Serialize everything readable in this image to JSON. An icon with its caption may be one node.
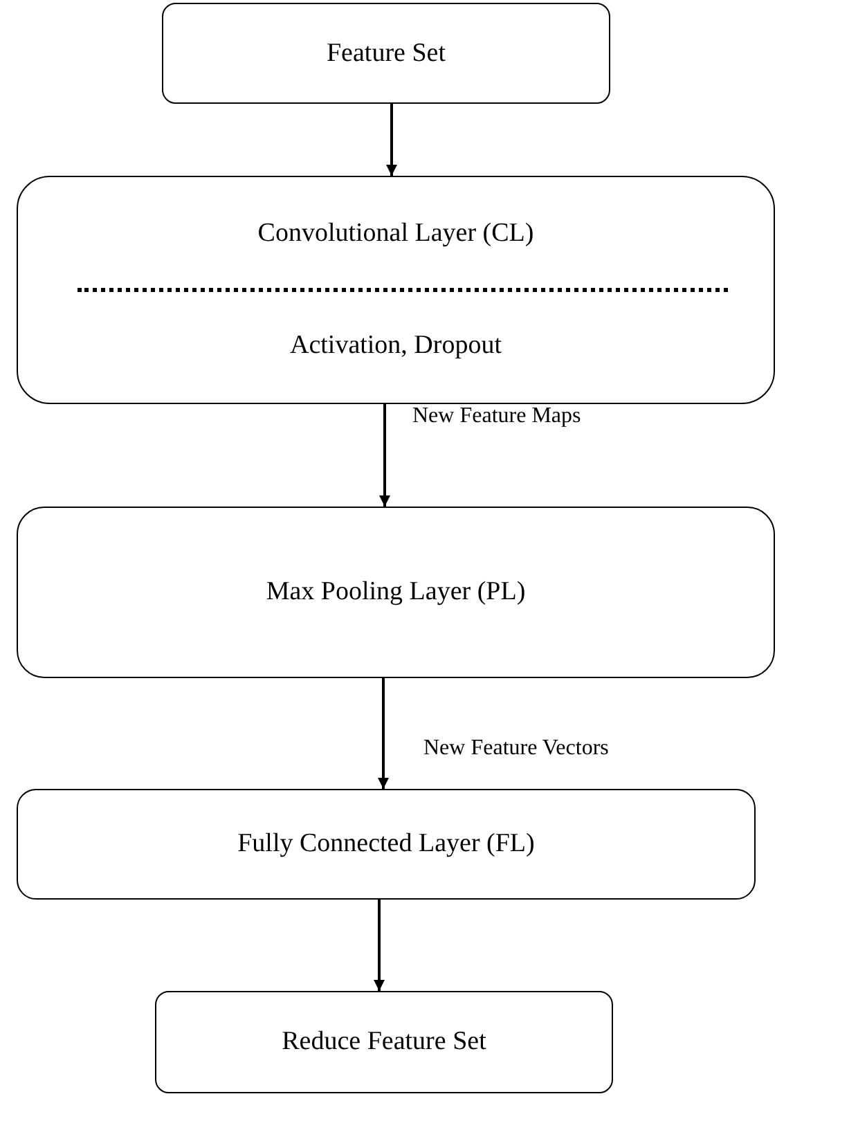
{
  "diagram": {
    "nodes": [
      {
        "text": [
          "Feature Set"
        ]
      },
      {
        "text": [
          "Convolutional Layer (CL)",
          "Activation, Dropout"
        ]
      },
      {
        "text": [
          "Max Pooling Layer (PL)"
        ]
      },
      {
        "text": [
          "Fully Connected Layer (FL)"
        ]
      },
      {
        "text": [
          "Reduce Feature Set"
        ]
      }
    ],
    "edges": [
      {
        "from": 0,
        "to": 1,
        "arrow": "to"
      },
      {
        "from": 1,
        "to": 2,
        "arrow": "to",
        "label": "New Feature Maps"
      },
      {
        "from": 2,
        "to": 3,
        "arrow": "to",
        "label": "New Feature Vectors"
      },
      {
        "from": 3,
        "to": 4,
        "arrow": "to"
      }
    ]
  }
}
